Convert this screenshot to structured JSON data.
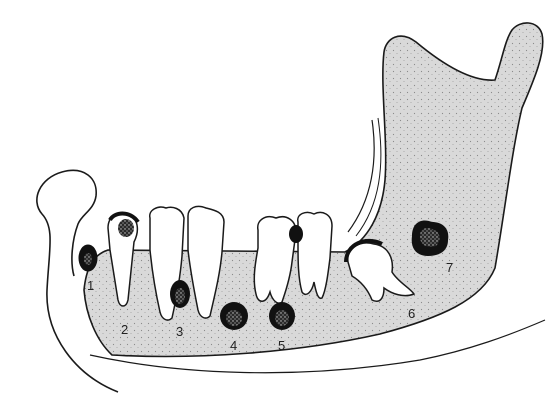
{
  "labels": [
    "1",
    "2",
    "3",
    "4",
    "5",
    "6",
    "7"
  ],
  "colors": {
    "bone": "#d8d8d8",
    "outline": "#1a1a1a",
    "crypt": "#111111",
    "tooth": "#ffffff"
  }
}
